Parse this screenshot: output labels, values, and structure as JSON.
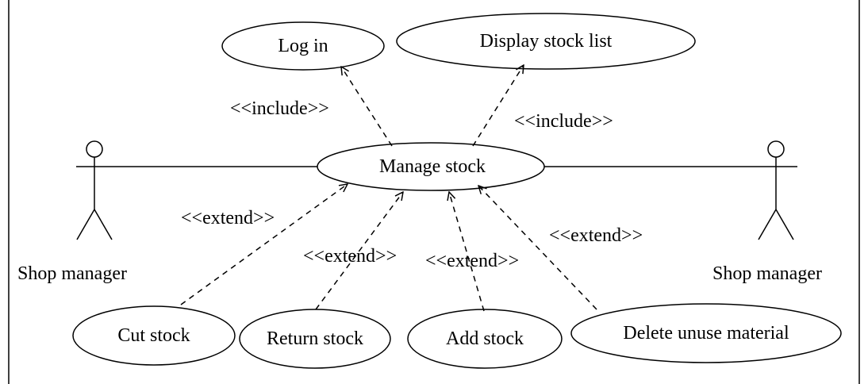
{
  "use_cases": {
    "log_in": "Log in",
    "display_stock_list": "Display stock list",
    "manage_stock": "Manage stock",
    "cut_stock": "Cut stock",
    "return_stock": "Return stock",
    "add_stock": "Add stock",
    "delete_unuse_material": "Delete unuse material"
  },
  "actors": {
    "left": "Shop manager",
    "right": "Shop manager"
  },
  "relations": {
    "include_log_in": "<<include>>",
    "include_display": "<<include>>",
    "extend_cut": "<<extend>>",
    "extend_return": "<<extend>>",
    "extend_add": "<<extend>>",
    "extend_delete": "<<extend>>"
  },
  "colors": {
    "lines": "#000000",
    "background": "#ffffff"
  }
}
